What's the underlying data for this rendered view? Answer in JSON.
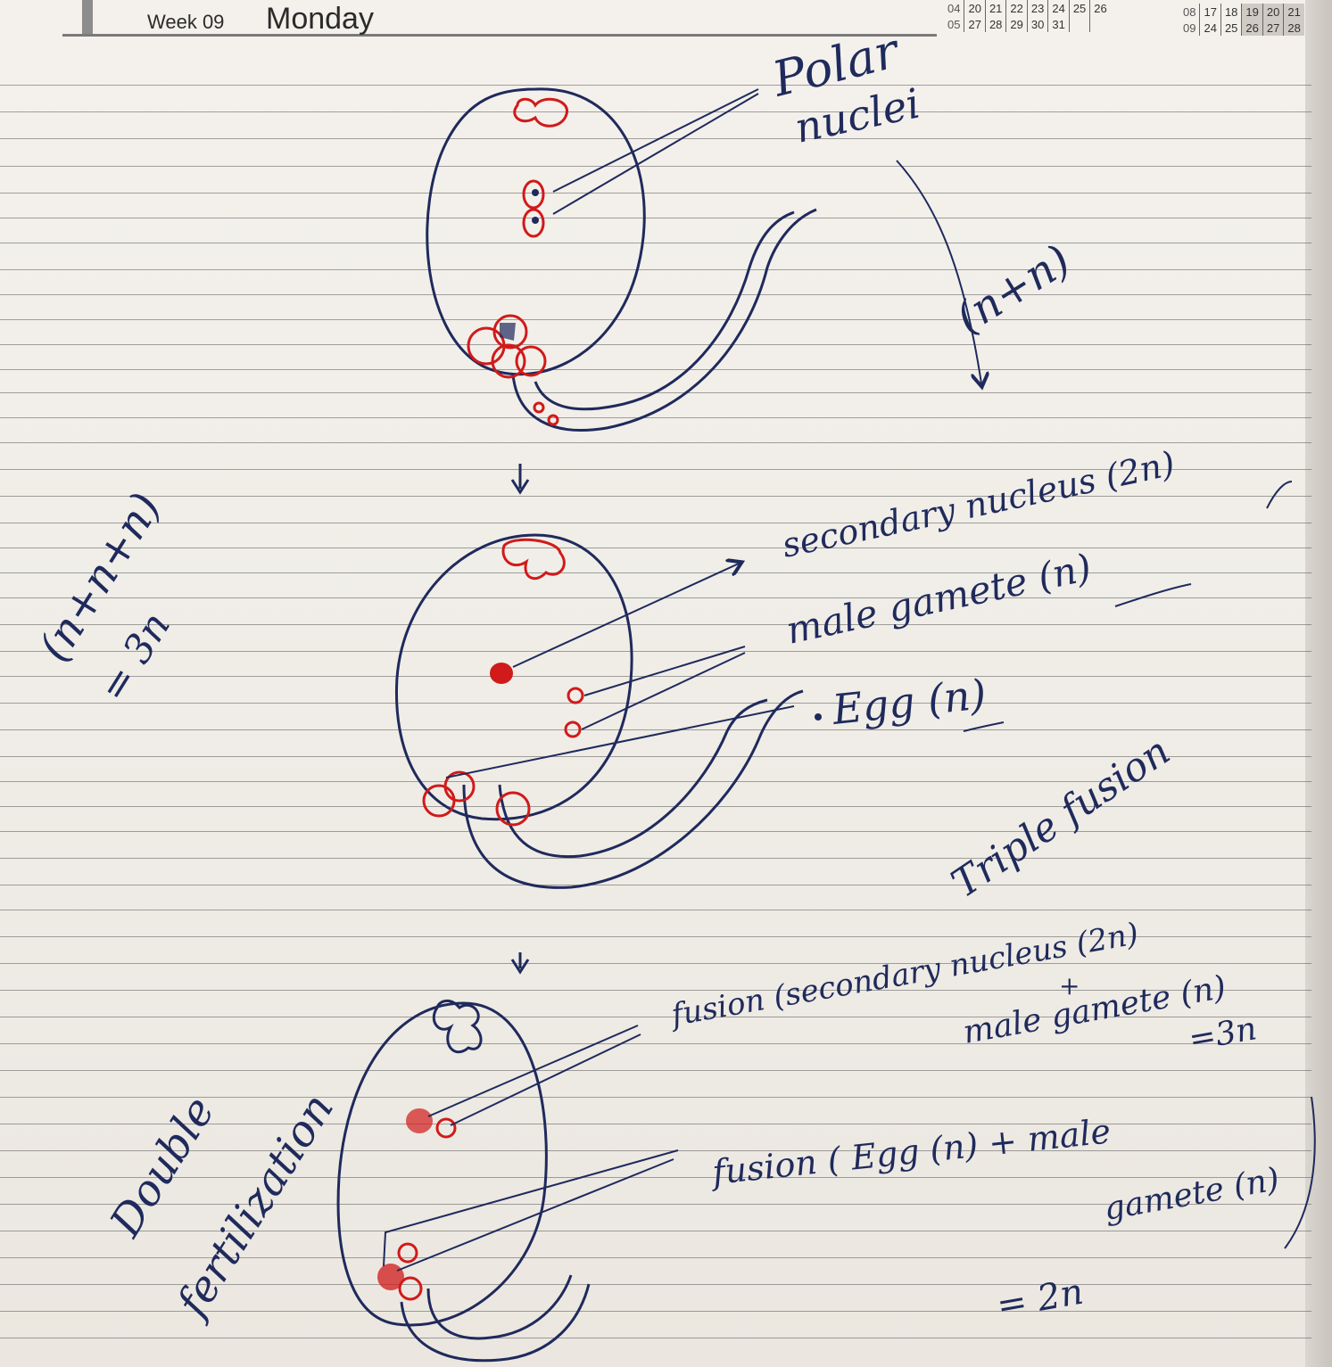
{
  "planner": {
    "week_label": "Week 09",
    "day_label": "Monday",
    "mini_calendar_left": [
      [
        "04",
        "20",
        "21",
        "22",
        "23",
        "24",
        "25",
        "26"
      ],
      [
        "05",
        "27",
        "28",
        "29",
        "30",
        "31",
        "",
        ""
      ]
    ],
    "mini_calendar_right": [
      [
        "08",
        "17",
        "18",
        "19",
        "20",
        "21"
      ],
      [
        "09",
        "24",
        "25",
        "26",
        "27",
        "28"
      ]
    ]
  },
  "notes": {
    "polar_label_line1": "Polar",
    "polar_label_line2": "nuclei",
    "polar_fusion_formula": "(n+n)",
    "secondary_nucleus_label": "secondary nucleus (2n)",
    "male_gamete_label": "male gamete (n)",
    "egg_label": "Egg (n)",
    "left_formula": "(n+n+n)",
    "left_result": "= 3n",
    "triple_fusion_title": "Triple fusion",
    "fusion_line1": "fusion (secondary nucleus (2n)",
    "plus_sign": "+",
    "fusion_line2": "male gamete (n)",
    "fusion_result": "=3n",
    "fusion2_line1": "fusion ( Egg (n) + male",
    "fusion2_line2": "gamete (n)",
    "fusion2_result": "= 2n",
    "double_fert_line1": "Double",
    "double_fert_line2": "fertilization"
  },
  "colors": {
    "ink": "#1f2a5c",
    "red_ink": "#d11a1a",
    "rule": "#5b5b5b"
  }
}
